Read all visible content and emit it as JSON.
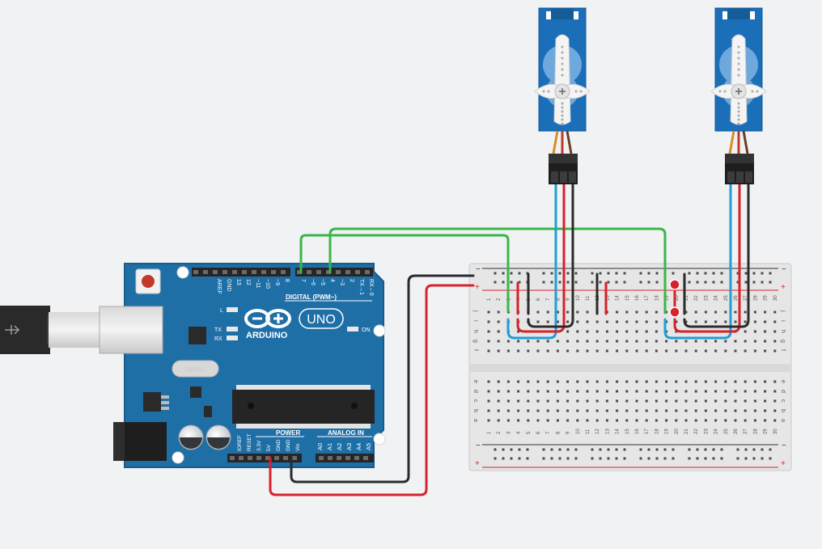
{
  "arduino": {
    "brand": "ARDUINO",
    "model": "UNO",
    "digital_header_label": "DIGITAL (PWM~)",
    "power_label": "POWER",
    "analog_label": "ANALOG IN",
    "on_label": "ON",
    "l_label": "L",
    "tx_label": "TX",
    "rx_label": "RX",
    "crystal_label": "16MHz",
    "digital_pins": [
      "AREF",
      "GND",
      "13",
      "12",
      "~11",
      "~10",
      "~9",
      "8",
      "7",
      "~6",
      "~5",
      "4",
      "~3",
      "2",
      "TX→1",
      "RX←0"
    ],
    "power_pins": [
      "IOREF",
      "RESET",
      "3.3V",
      "5V",
      "GND",
      "GND",
      "Vin"
    ],
    "analog_pins": [
      "A0",
      "A1",
      "A2",
      "A3",
      "A4",
      "A5"
    ]
  },
  "breadboard": {
    "row_letters_top": [
      "j",
      "i",
      "h",
      "g",
      "f"
    ],
    "row_letters_bottom": [
      "e",
      "d",
      "c",
      "b",
      "a"
    ],
    "column_numbers": [
      "1",
      "2",
      "3",
      "4",
      "5",
      "6",
      "7",
      "8",
      "9",
      "10",
      "11",
      "12",
      "13",
      "14",
      "15",
      "16",
      "17",
      "18",
      "19",
      "20",
      "21",
      "22",
      "23",
      "24",
      "25",
      "26",
      "27",
      "28",
      "29",
      "30"
    ],
    "rail_minus": "−",
    "rail_plus": "+"
  },
  "colors": {
    "background": "#f1f2f4",
    "arduino_board": "#1f6fa7",
    "servo_body": "#1a6fb8",
    "wire_green": "#3bb54a",
    "wire_black": "#2b2b2b",
    "wire_red": "#d6222b",
    "wire_blue": "#1f9fd8",
    "breadboard": "#e6e6e6"
  }
}
